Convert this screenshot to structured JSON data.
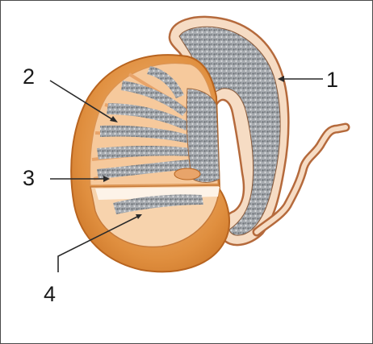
{
  "labels": [
    {
      "id": "label-1",
      "text": "1"
    },
    {
      "id": "label-2",
      "text": "2"
    },
    {
      "id": "label-3",
      "text": "3"
    },
    {
      "id": "label-4",
      "text": "4"
    }
  ],
  "colors": {
    "capsule_outer": "#d77f2e",
    "capsule_inner": "#f4c79a",
    "lobule_fill": "#f0b58a",
    "tubule_fill": "#9ea3a8",
    "epididymis_outline": "#b56a3c",
    "epididymis_fill": "#f6dcc4",
    "leader_line": "#2a2a2a"
  }
}
